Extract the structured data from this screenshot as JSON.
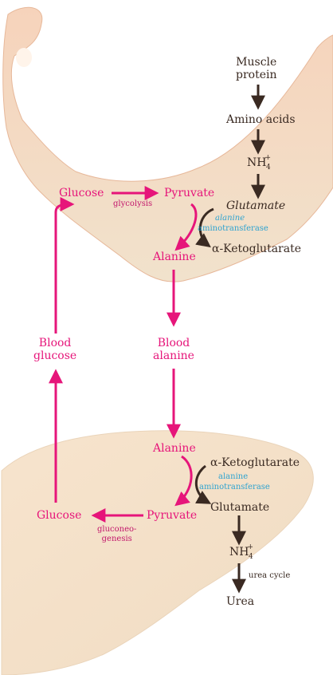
{
  "muscle": {
    "muscle_protein": "Muscle\nprotein",
    "amino_acids": "Amino acids",
    "nh4": "NH",
    "nh4_sup": "+",
    "nh4_sub": "4",
    "glutamate": "Glutamate",
    "alanine_aminotransferase_1": "alanine",
    "alanine_aminotransferase_2": "aminotransferase",
    "alanine": "Alanine",
    "alpha_ketoglutarate": "α-Ketoglutarate",
    "glucose": "Glucose",
    "pyruvate": "Pyruvate",
    "glycolysis": "glycolysis"
  },
  "blood": {
    "blood_glucose": "Blood\nglucose",
    "blood_alanine": "Blood\nalanine"
  },
  "liver": {
    "alanine": "Alanine",
    "alpha_ketoglutarate": "α-Ketoglutarate",
    "enzyme_1": "alanine",
    "enzyme_2": "aminotransferase",
    "glutamate": "Glutamate",
    "pyruvate": "Pyruvate",
    "glucose": "Glucose",
    "gluconeogenesis": "gluconeo-\ngenesis",
    "nh4": "NH",
    "nh4_sup": "+",
    "nh4_sub": "4",
    "urea_cycle": "urea cycle",
    "urea": "Urea"
  },
  "colors": {
    "pink": "#e6157a",
    "dark": "#3a2a22",
    "enzyme_blue": "#2fa3d0",
    "tissue": "#f3dcc4"
  }
}
